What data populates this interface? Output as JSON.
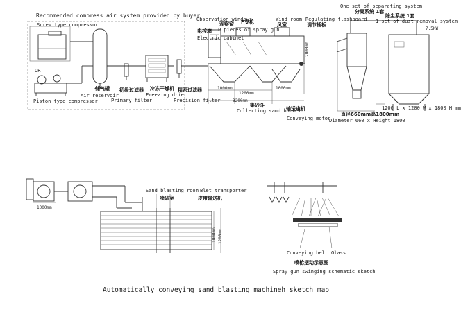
{
  "caption": "Automatically conveying sand blasting machineh sketch map",
  "air_system": {
    "title": "Recommended compress air system provided by buyer",
    "screw_compressor": "Screw type compressor",
    "or_label": "OR",
    "piston_compressor": "Piston type compressor",
    "air_reservoir": "Air reservoir",
    "primary_filter": "Primary filter",
    "freezing_drier": "Freezing drier",
    "precision_filter": "Precision filter",
    "cn_air_reservoir": "储气罐",
    "cn_primary_filter": "初级过滤器",
    "cn_freezing_drier": "冷冻干燥机",
    "cn_precision_filter": "精密过滤器"
  },
  "blasting_machine": {
    "observation_windows": "Observation windows",
    "p_pieces": "P pieces of spray gun",
    "electric_cabinet": "Electric cabinet",
    "wind_room": "Wind room",
    "regulating_flashboard": "Regulating flashboard",
    "cn_observation": "观察窗",
    "cn_gun_count": "P支枪",
    "cn_electric": "电控箱",
    "cn_wind_room": "风室",
    "cn_flashboard": "调节插板",
    "dim_1000": "1000mm",
    "dim_1200": "1200mm",
    "dim_3200": "3200mm",
    "dim_2000": "2000mm",
    "collecting_bucket": "Collecting sand bucket",
    "conveying_motor": "Conveying motor",
    "cn_bucket": "集砂斗",
    "cn_motor": "输送电机"
  },
  "separating_system": {
    "title": "One set of separating system",
    "cn_title": "分离系统 1套",
    "dust_title": "1 set of dust removal system",
    "cn_dust": "除尘系统 1套",
    "power": "7.5KW",
    "size": "1200 L x 1200 W x 1800 H mm",
    "diameter": "Diameter 660 x Height 1800",
    "cn_diameter": "直径660mm高1800mm"
  },
  "plan_view": {
    "sand_blasting_room": "Sand blasting room",
    "blet_transporter": "Blet transporter",
    "cn_room": "喷砂室",
    "cn_transporter": "皮带输送机",
    "dim_1000": "1000mm",
    "dim_1200": "1200mm"
  },
  "swing_sketch": {
    "conveying_belt": "Conveying belt",
    "glass": "Glass",
    "title": "Spray gun swinging schematic sketch",
    "cn_title": "喷枪摆动示意图"
  }
}
